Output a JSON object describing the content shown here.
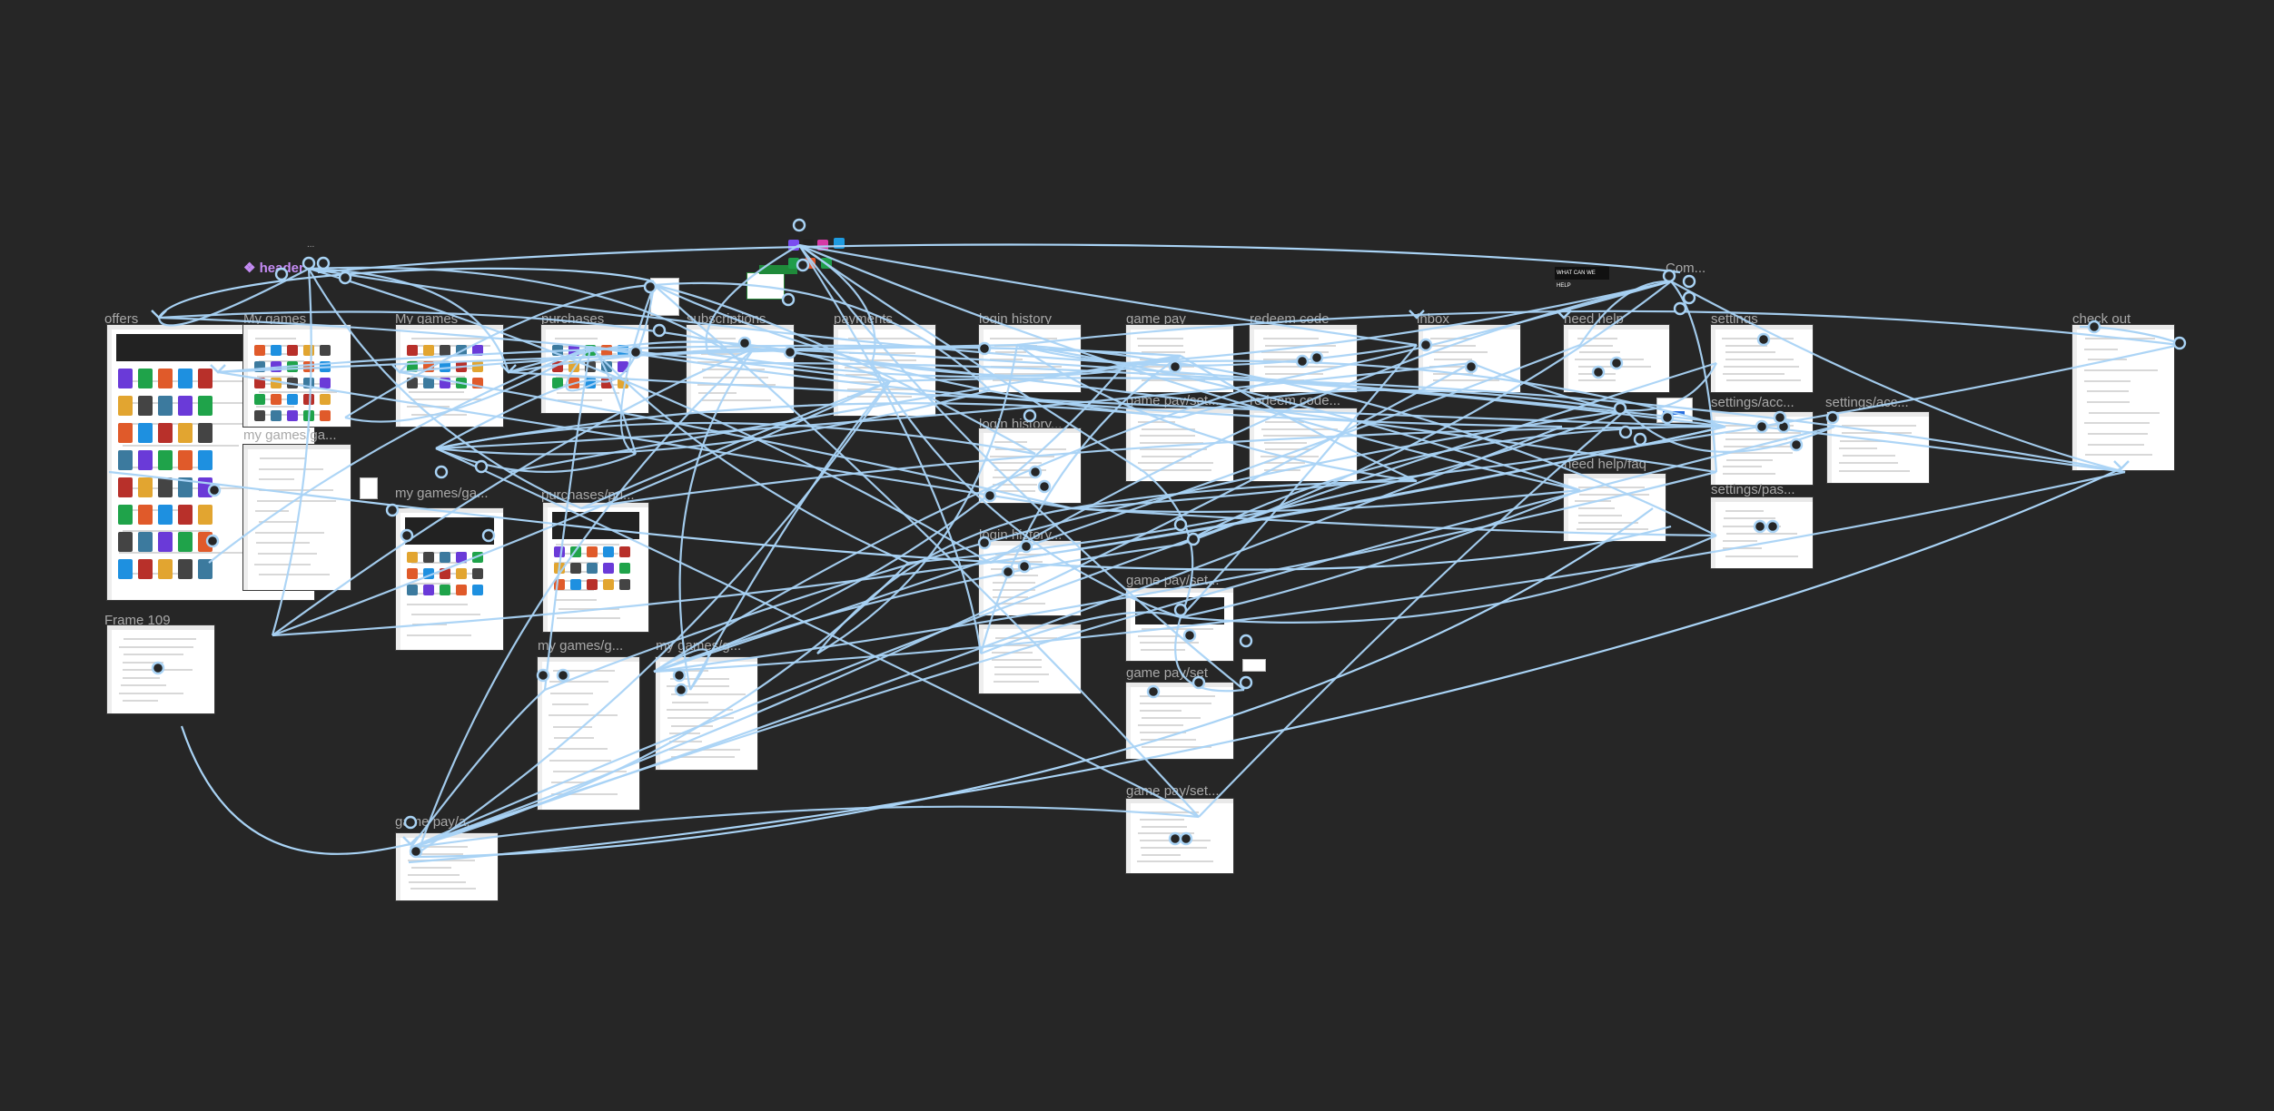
{
  "canvas": {
    "background": "#262626",
    "connector_color": "#a9d3f5",
    "component_color": "#c58cf5"
  },
  "component": {
    "label": "header"
  },
  "overflow_marker": "...",
  "frames": [
    {
      "id": "offers",
      "label": "offers"
    },
    {
      "id": "frame-109",
      "label": "Frame 109"
    },
    {
      "id": "my-games",
      "label": "My games"
    },
    {
      "id": "my-games-ga-1",
      "label": "my games/ga..."
    },
    {
      "id": "my-games-2",
      "label": "My games"
    },
    {
      "id": "my-games-ga-2",
      "label": "my games/ga..."
    },
    {
      "id": "game-pay-a",
      "label": "game pay/a..."
    },
    {
      "id": "purchases",
      "label": "purchases"
    },
    {
      "id": "purchases-pu",
      "label": "purchases/pu..."
    },
    {
      "id": "my-games-g-1",
      "label": "my games/g..."
    },
    {
      "id": "subscriptions",
      "label": "subscriptions"
    },
    {
      "id": "my-games-g-2",
      "label": "my games/g..."
    },
    {
      "id": "payments",
      "label": "payments"
    },
    {
      "id": "login-history",
      "label": "login history"
    },
    {
      "id": "login-history-2",
      "label": "login history..."
    },
    {
      "id": "login-history-3",
      "label": "login history..."
    },
    {
      "id": "game-pay",
      "label": "game pay"
    },
    {
      "id": "game-pay-set-1",
      "label": "game pay/set..."
    },
    {
      "id": "game-pay-set-2",
      "label": "game pay/set..."
    },
    {
      "id": "game-pay-set-3",
      "label": "game pay/set"
    },
    {
      "id": "game-pay-set-4",
      "label": "game pay/set..."
    },
    {
      "id": "redeem-code",
      "label": "redeem code"
    },
    {
      "id": "redeem-code-2",
      "label": "redeem code..."
    },
    {
      "id": "inbox",
      "label": "inbox"
    },
    {
      "id": "need-help",
      "label": "need help"
    },
    {
      "id": "need-help-faq",
      "label": "need help/faq"
    },
    {
      "id": "com",
      "label": "Com..."
    },
    {
      "id": "settings",
      "label": "settings"
    },
    {
      "id": "settings-acc-1",
      "label": "settings/acc..."
    },
    {
      "id": "settings-acc-2",
      "label": "settings/acc..."
    },
    {
      "id": "settings-pas",
      "label": "settings/pas..."
    },
    {
      "id": "check-out",
      "label": "check out"
    }
  ],
  "help_banner": "WHAT CAN WE HELP"
}
